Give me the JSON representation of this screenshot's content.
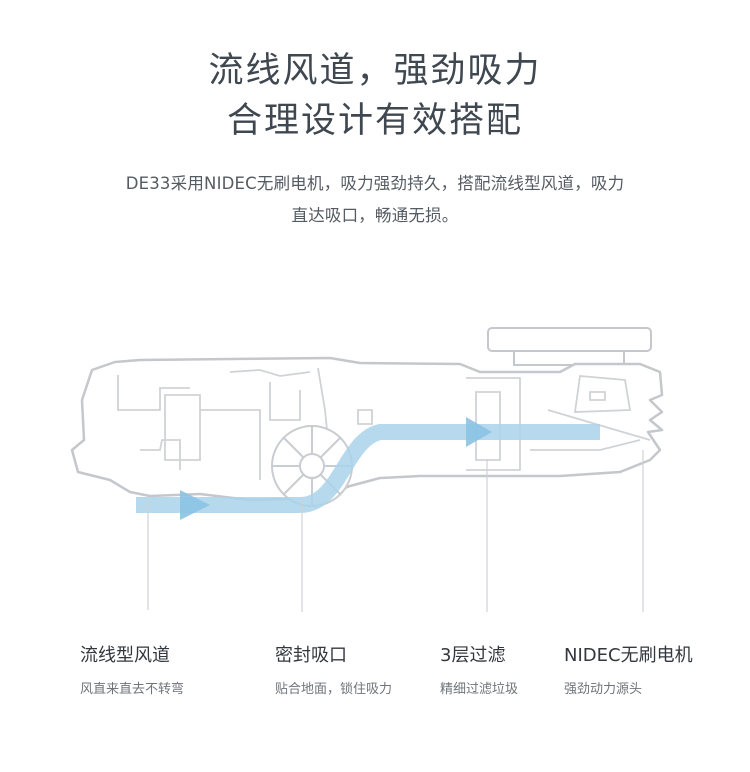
{
  "heading": {
    "line1": "流线风道，强劲吸力",
    "line2": "合理设计有效搭配"
  },
  "description": {
    "line1": "DE33采用NIDEC无刷电机，吸力强劲持久，搭配流线型风道，吸力",
    "line2": "直达吸口，畅通无损。"
  },
  "features": [
    {
      "title": "流线型风道",
      "subtitle": "风直来直去不转弯"
    },
    {
      "title": "密封吸口",
      "subtitle": "贴合地面，锁住吸力"
    },
    {
      "title": "3层过滤",
      "subtitle": "精细过滤垃圾"
    },
    {
      "title": "NIDEC无刷电机",
      "subtitle": "强劲动力源头"
    }
  ],
  "colors": {
    "airflow": "#a9d2ea",
    "outline": "#c4c7cb",
    "leader_line": "#cfd3d7"
  }
}
